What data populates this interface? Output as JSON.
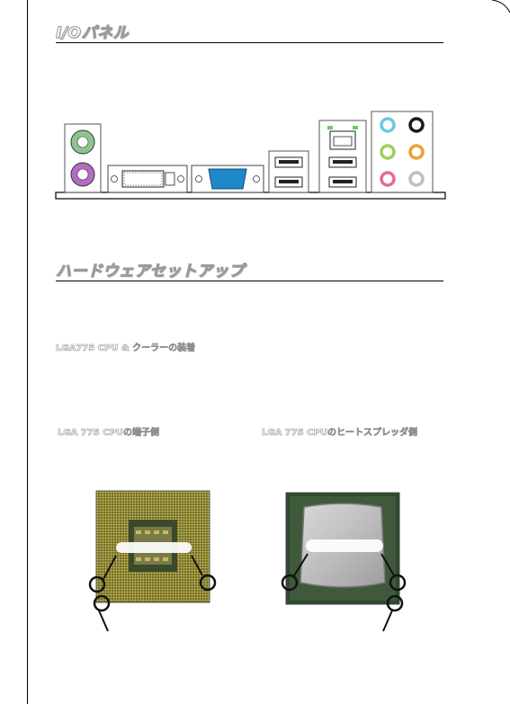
{
  "sections": {
    "io_panel_title": "I/Oパネル",
    "hardware_setup_title": "ハードウェアセットアップ"
  },
  "cpu": {
    "install_heading": "LGA775 CPU & クーラーの装着",
    "pin_side_label": "LGA 775 CPUの端子側",
    "heat_spreader_label": "LGA 775 CPUのヒートスプレッダ側"
  },
  "colors": {
    "ps2_mouse": "#8fc48f",
    "ps2_keyboard": "#b36bc4",
    "vga": "#1e88c8",
    "audio_line_in": "#6cc8e0",
    "audio_line_out": "#9bd05a",
    "audio_mic": "#e66a9a",
    "audio_rs_out": "#f0a030",
    "audio_cs_out": "#1a1a1a",
    "audio_ss_out": "#bfbfbf"
  }
}
